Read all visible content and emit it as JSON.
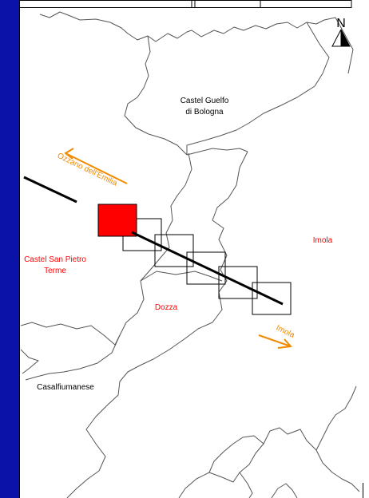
{
  "map": {
    "colors": {
      "sidebar": "#0a12a8",
      "municipality_label": "#ff0000",
      "neighbor_label": "#000000",
      "direction": "#f08a00",
      "highlight_tile": "#ff0000",
      "track": "#000000",
      "borders": "#555555"
    },
    "north_arrow": {
      "label": "N",
      "icon": "north-arrow-icon"
    },
    "municipalities": {
      "castel_guelfo_line1": "Castel Guelfo",
      "castel_guelfo_line2": "di Bologna",
      "imola": "Imola",
      "castel_san_pietro_line1": "Castel San Pietro",
      "castel_san_pietro_line2": "Terme",
      "dozza": "Dozza",
      "casalfiumanese": "Casalfiumanese"
    },
    "directions": {
      "west": "Ozzano dell'Emilia",
      "east": "Imola"
    }
  }
}
